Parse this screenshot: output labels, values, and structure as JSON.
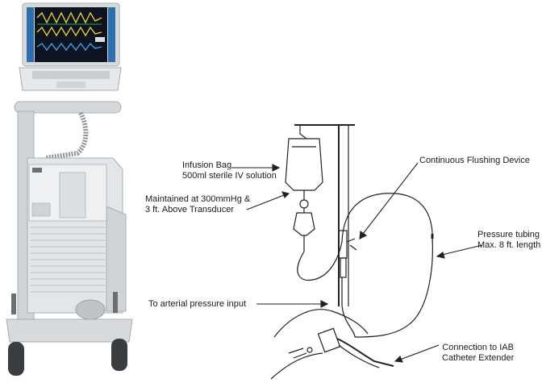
{
  "labels": {
    "infusion_bag": [
      "Infusion Bag",
      "500ml sterile IV solution"
    ],
    "maintained": [
      "Maintained at 300mmHg &",
      "3 ft. Above Transducer"
    ],
    "flush_device": [
      "Continuous Flushing Device"
    ],
    "pressure_tubing": [
      "Pressure tubing",
      "Max. 8 ft. length"
    ],
    "arterial_input": [
      "To arterial pressure input"
    ],
    "iab_connection": [
      "Connection to IAB",
      "Catheter Extender"
    ]
  },
  "colors": {
    "line": "#222222",
    "console_body": "#dfe2e4",
    "console_shadow": "#b9bec2",
    "screen": "#0d1420",
    "screen_wave_green": "#3dd35a",
    "screen_wave_yellow": "#f2d43a",
    "screen_wave_blue": "#3aa6f2",
    "screen_bezel_blue": "#2f6fb0"
  },
  "icons": {
    "console": "iabp-console-photo",
    "setup": "pressure-line-setup-drawing"
  }
}
